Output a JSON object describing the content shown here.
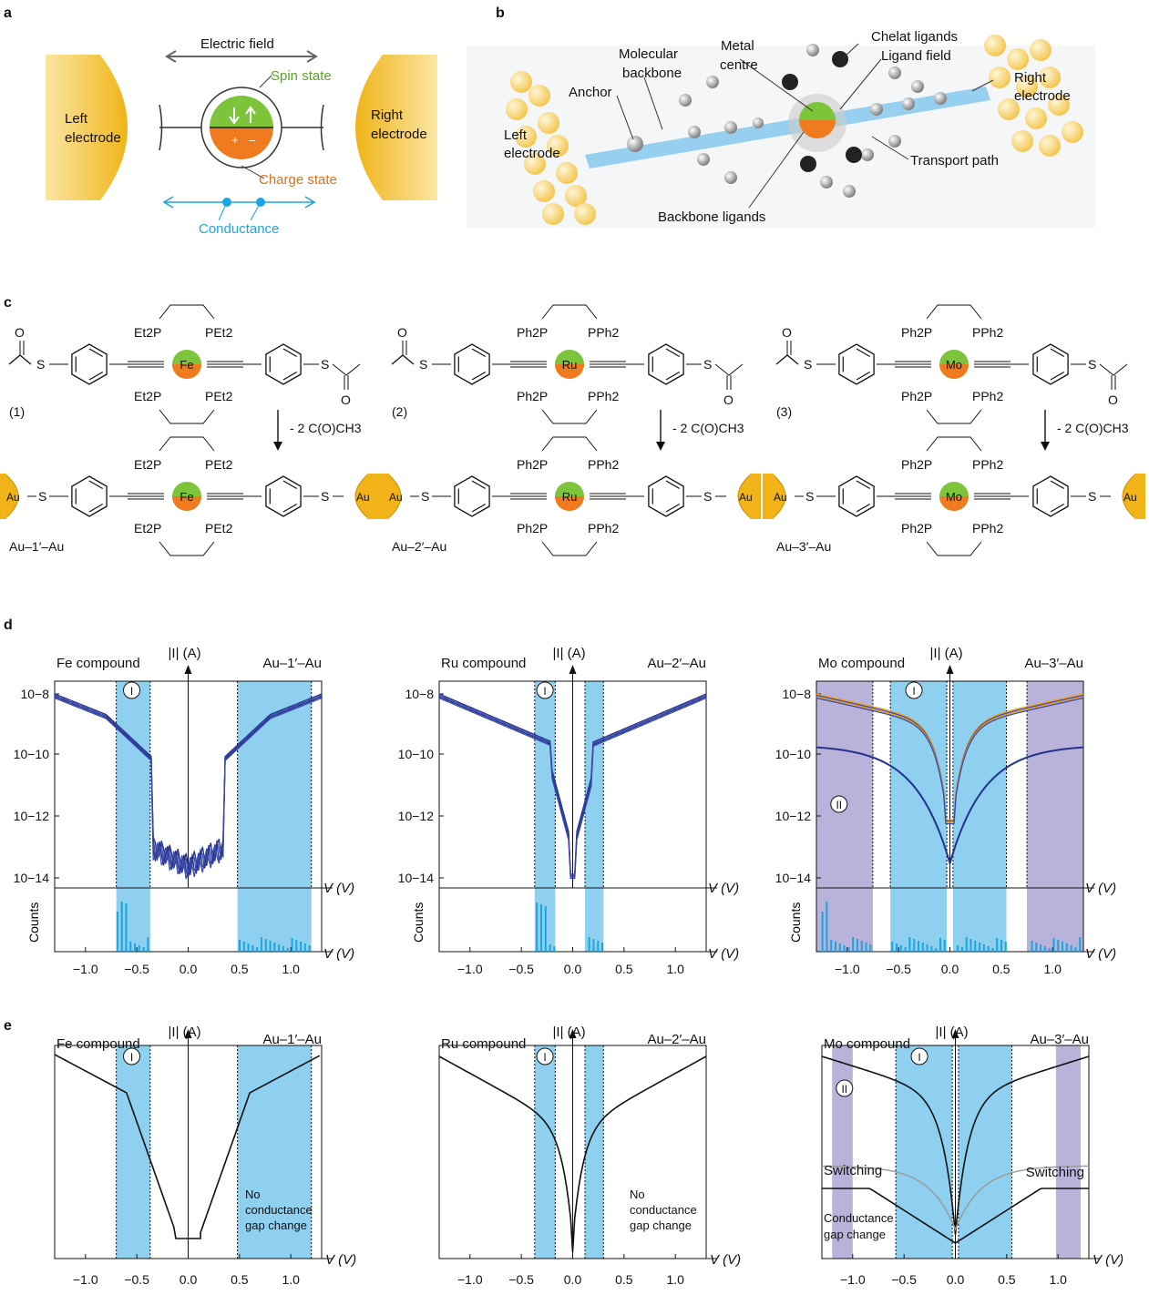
{
  "panels": {
    "a": "a",
    "b": "b",
    "c": "c",
    "d": "d",
    "e": "e"
  },
  "panel_a": {
    "electric_field": "Electric field",
    "spin_state": "Spin state",
    "charge_state": "Charge state",
    "conductance": "Conductance",
    "left_electrode_1": "Left",
    "left_electrode_2": "electrode",
    "right_electrode_1": "Right",
    "right_electrode_2": "electrode"
  },
  "panel_b": {
    "anchor": "Anchor",
    "molecular_backbone_1": "Molecular",
    "molecular_backbone_2": "backbone",
    "metal_centre_1": "Metal",
    "metal_centre_2": "centre",
    "chelat_ligands": "Chelat ligands",
    "ligand_field": "Ligand field",
    "right_electrode_1": "Right",
    "right_electrode_2": "electrode",
    "left_electrode_1": "Left",
    "left_electrode_2": "electrode",
    "transport_path": "Transport path",
    "backbone_ligands": "Backbone ligands"
  },
  "panel_c": {
    "compounds": [
      {
        "id": "(1)",
        "metal": "Fe",
        "p_top_left": "Et2P",
        "p_top_right": "PEt2",
        "p_bot_left": "Et2P",
        "p_bot_right": "PEt2",
        "product": "Au–1′–Au",
        "color": "#f07a1e"
      },
      {
        "id": "(2)",
        "metal": "Ru",
        "p_top_left": "Ph2P",
        "p_top_right": "PPh2",
        "p_bot_left": "Ph2P",
        "p_bot_right": "PPh2",
        "product": "Au–2′–Au",
        "color": "#f07a1e"
      },
      {
        "id": "(3)",
        "metal": "Mo",
        "p_top_left": "Ph2P",
        "p_top_right": "PPh2",
        "p_bot_left": "Ph2P",
        "p_bot_right": "PPh2",
        "product": "Au–3′–Au",
        "color": "#f07a1e"
      }
    ],
    "reaction": "- 2 C(O)CH3",
    "S": "S",
    "O": "O",
    "Au": "Au"
  },
  "panel_d": {
    "plots": [
      {
        "compound": "Fe compound",
        "product": "Au–1′–Au"
      },
      {
        "compound": "Ru compound",
        "product": "Au–2′–Au"
      },
      {
        "compound": "Mo compound",
        "product": "Au–3′–Au"
      }
    ],
    "y_axis": "|I| (A)",
    "x_axis": "V (V)",
    "counts": "Counts",
    "y_ticks": [
      "10−8",
      "10−10",
      "10−12",
      "10−14"
    ],
    "x_ticks": [
      "−1.0",
      "−0.5",
      "0.0",
      "0.5",
      "1.0"
    ],
    "region_I": "I",
    "region_II": "II"
  },
  "panel_e": {
    "plots": [
      {
        "compound": "Fe compound",
        "product": "Au–1′–Au"
      },
      {
        "compound": "Ru compound",
        "product": "Au–2′–Au"
      },
      {
        "compound": "Mo compound",
        "product": "Au–3′–Au"
      }
    ],
    "y_axis": "|I| (A)",
    "x_axis": "V (V)",
    "x_ticks": [
      "−1.0",
      "−0.5",
      "0.0",
      "0.5",
      "1.0"
    ],
    "no_change_1": "No",
    "no_change_2": "conductance",
    "no_change_3": "gap change",
    "switching": "Switching",
    "cond_gap_1": "Conductance",
    "cond_gap_2": "gap change",
    "region_I": "I",
    "region_II": "II"
  },
  "colors": {
    "blue_band": "#8fd0f0",
    "purple_band": "#b9b2db",
    "gold": "#f2b318",
    "green": "#7dc43a",
    "orange": "#ef7a1f",
    "cyan": "#1ba5e0",
    "trace": "#23318f"
  }
}
